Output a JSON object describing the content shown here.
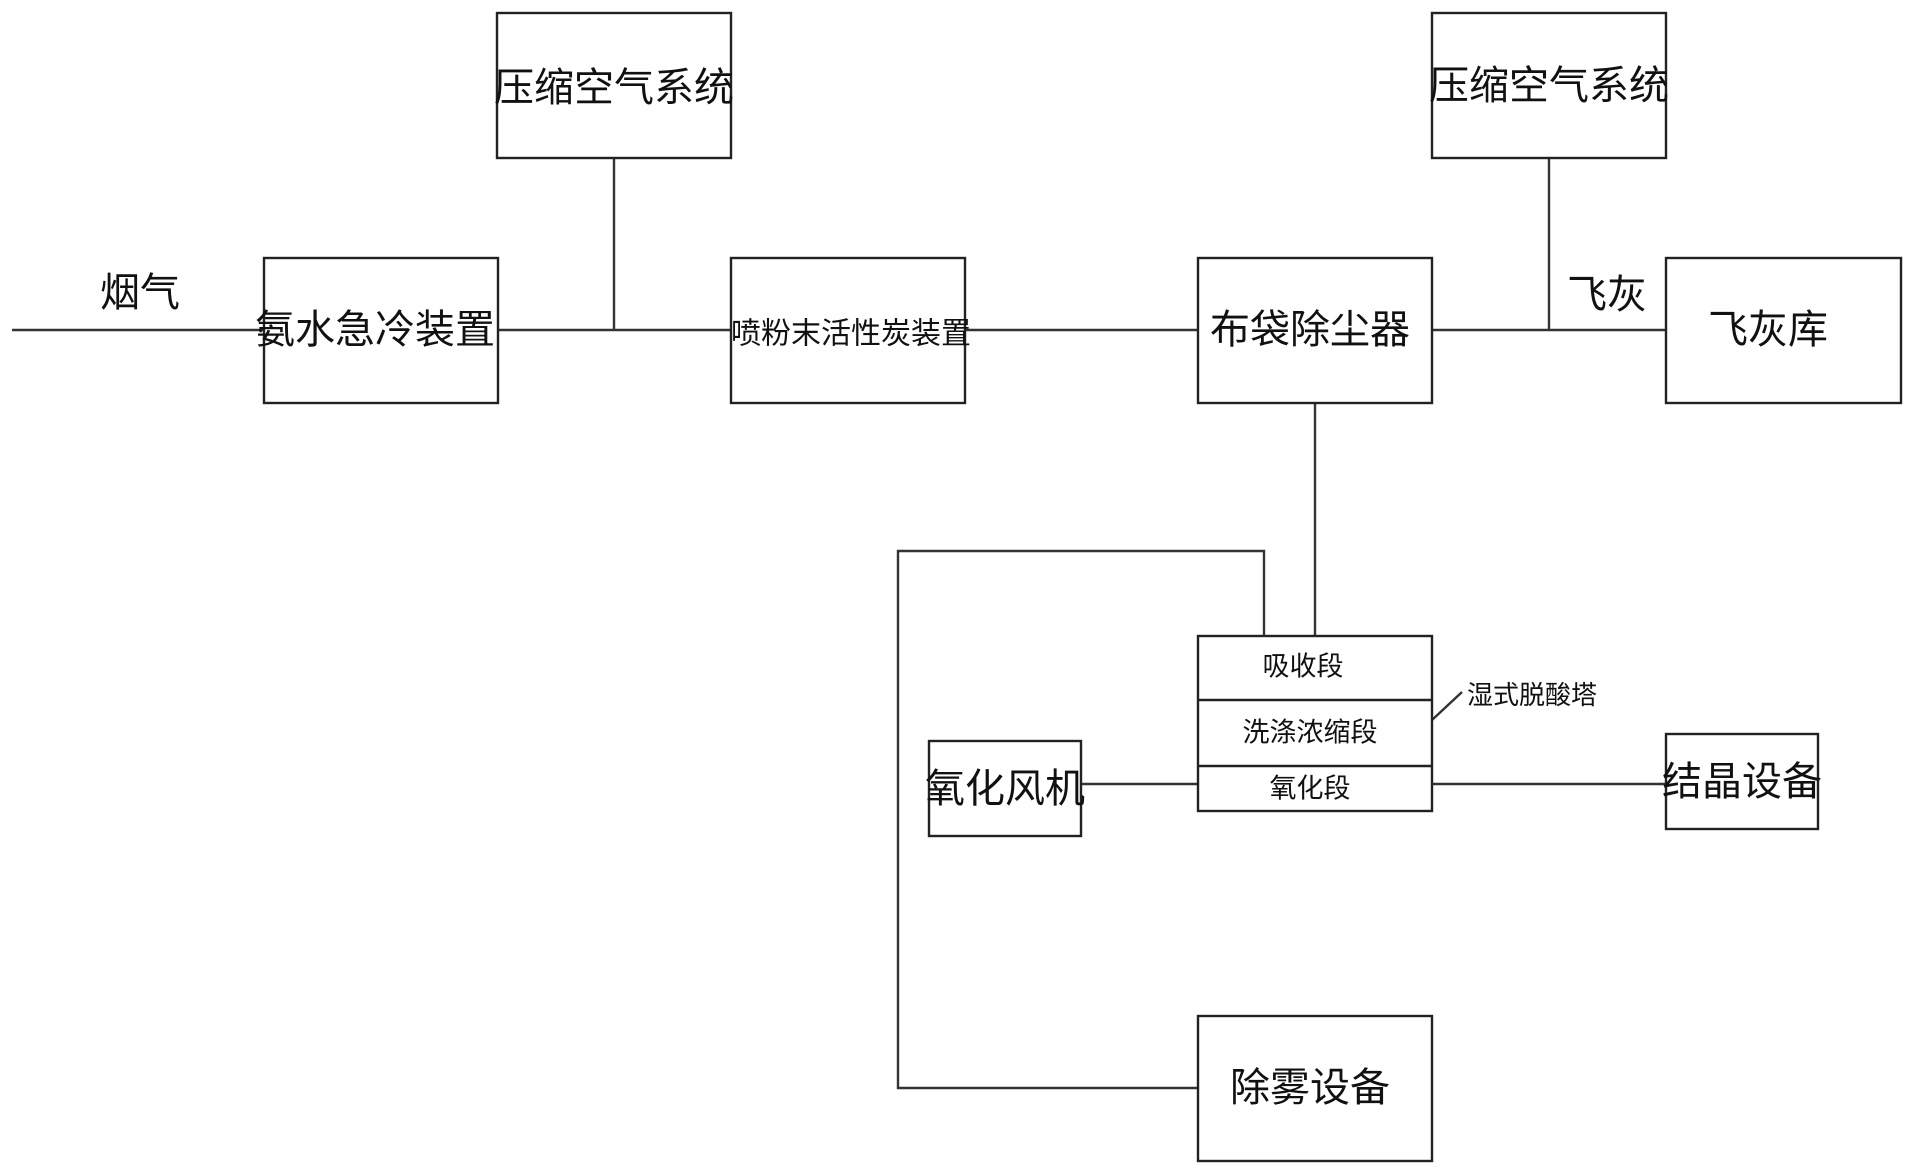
{
  "labels": {
    "flue_gas": "烟气",
    "compressed_air_left": "压缩空气系统",
    "compressed_air_right": "压缩空气系统",
    "ammonia_quench": "氨水急冷装置",
    "activated_carbon": "喷粉末活性炭装置",
    "bag_filter": "布袋除尘器",
    "fly_ash": "飞灰",
    "fly_ash_silo": "飞灰库",
    "absorption_section": "吸收段",
    "washing_concentration_section": "洗涤浓缩段",
    "oxidation_section": "氧化段",
    "wet_deacidification_tower": "湿式脱酸塔",
    "oxidation_fan": "氧化风机",
    "crystallization_equipment": "结晶设备",
    "demister_equipment": "除雾设备"
  }
}
